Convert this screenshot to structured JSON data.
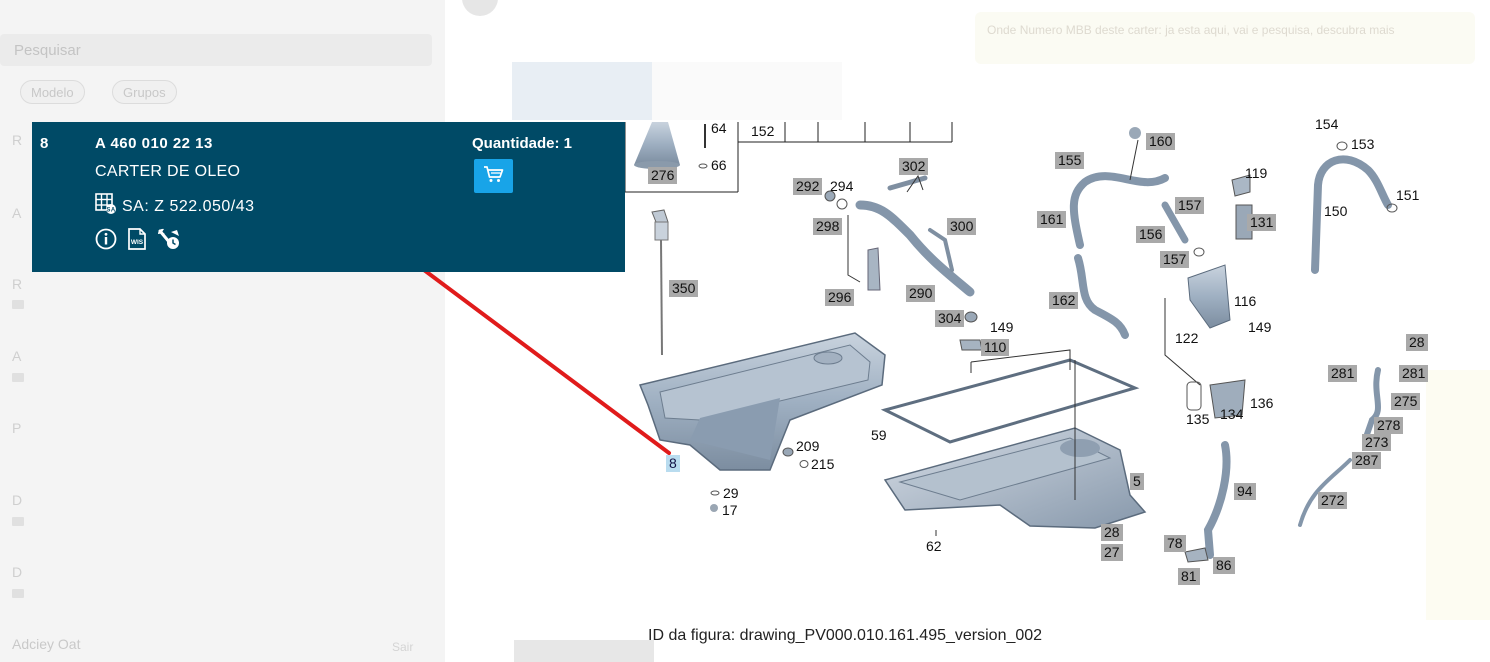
{
  "background": {
    "search_placeholder": "Pesquisar",
    "chips": [
      "Modelo",
      "Grupos"
    ],
    "sidebar_rows": [
      "R",
      "A",
      "R",
      "A",
      "P",
      "D",
      "D"
    ],
    "footer": "Adciey Oat",
    "footer_right": "Sair",
    "notice": "Onde Numero MBB deste carter: ja esta aqui, vai e pesquisa, descubra mais"
  },
  "callout": {
    "position": "8",
    "part_number": "A 460 010 22 13",
    "description": "CARTER DE OLEO",
    "sa_label": "SA: Z 522.050/43",
    "quantity_label": "Quantidade: 1",
    "icons": [
      "info-icon",
      "wis-document-icon",
      "tools-icon",
      "table-sa-icon",
      "cart-icon"
    ]
  },
  "drawing": {
    "caption": "ID da figura: drawing_PV000.010.161.495_version_002",
    "highlighted_label": "8",
    "labels": [
      "64",
      "152",
      "66",
      "276",
      "350",
      "292",
      "294",
      "302",
      "298",
      "300",
      "296",
      "290",
      "304",
      "149",
      "110",
      "155",
      "160",
      "161",
      "157",
      "156",
      "157",
      "162",
      "119",
      "131",
      "116",
      "149",
      "122",
      "154",
      "153",
      "150",
      "151",
      "209",
      "215",
      "29",
      "17",
      "59",
      "5",
      "62",
      "28",
      "27",
      "135",
      "134",
      "136",
      "94",
      "78",
      "86",
      "81",
      "28",
      "281",
      "281",
      "275",
      "278",
      "273",
      "287",
      "272"
    ]
  },
  "colors": {
    "callout_bg": "#004a66",
    "cart_button": "#18a4e8",
    "arrow": "#e01b1b",
    "label_bg": "#a9a9a9",
    "highlight_bg": "#b9dcef"
  }
}
